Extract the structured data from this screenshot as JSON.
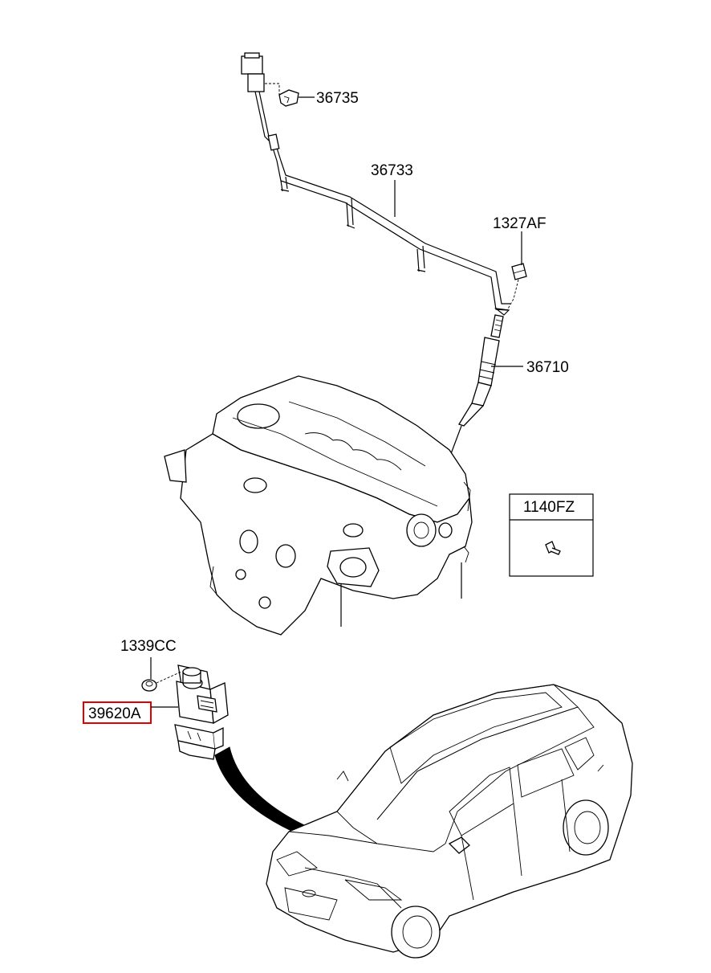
{
  "parts": [
    {
      "id": "part-36735",
      "number": "36735"
    },
    {
      "id": "part-36733",
      "number": "36733"
    },
    {
      "id": "part-1327af",
      "number": "1327AF"
    },
    {
      "id": "part-36710",
      "number": "36710"
    },
    {
      "id": "part-1140fz",
      "number": "1140FZ"
    },
    {
      "id": "part-1339cc",
      "number": "1339CC"
    },
    {
      "id": "part-39620a",
      "number": "39620A",
      "highlighted": true
    }
  ],
  "colors": {
    "highlight_box": "#e00000",
    "line": "#000000",
    "background": "#ffffff"
  },
  "icons": [
    "glow-plug-icon",
    "wiring-harness-icon",
    "engine-head-icon",
    "sensor-module-icon",
    "car-icon",
    "bolt-icon",
    "nut-icon"
  ]
}
